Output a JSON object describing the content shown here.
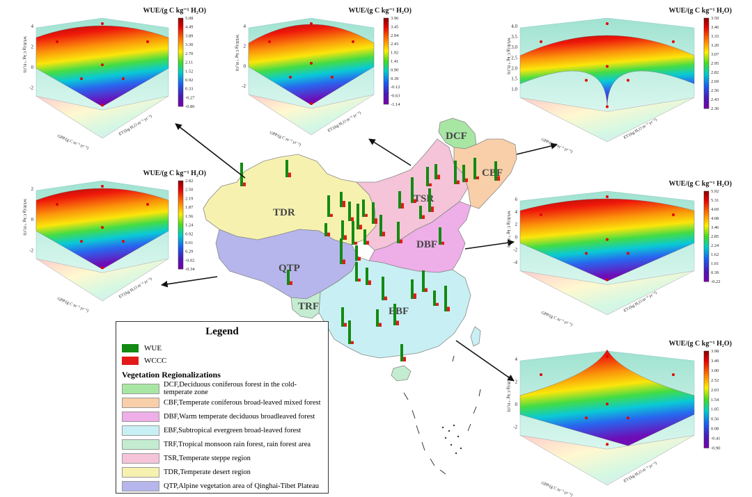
{
  "regions": [
    {
      "code": "DCF",
      "color": "#a8e6a4"
    },
    {
      "code": "CBF",
      "color": "#f8cfa8"
    },
    {
      "code": "TSR",
      "color": "#f5c4d8"
    },
    {
      "code": "DBF",
      "color": "#eeaee8"
    },
    {
      "code": "TDR",
      "color": "#f7f1b0"
    },
    {
      "code": "QTP",
      "color": "#b6b6ec"
    },
    {
      "code": "EBF",
      "color": "#c8f0f4"
    },
    {
      "code": "TRF",
      "color": "#c4ecd0"
    }
  ],
  "legend": {
    "title": "Legend",
    "series": [
      {
        "label": "WUE",
        "color": "#138a13"
      },
      {
        "label": "WCCC",
        "color": "#e31a1a"
      }
    ],
    "veg_title": "Vegetation Regionalizations",
    "veg_items": [
      {
        "label": "DCF,Deciduous coniferous forest in the cold-temperate zone",
        "color": "#a8e6a4"
      },
      {
        "label": "CBF,Temperate coniferous broad-leaved mixed forest",
        "color": "#f8cfa8"
      },
      {
        "label": "DBF,Warm temperate deciduous broadleaved forest",
        "color": "#eeaee8"
      },
      {
        "label": "EBF,Subtropical evergreen broad-leaved forest",
        "color": "#c8f0f4"
      },
      {
        "label": "TRF,Tropical monsoon rain forest, rain forest area",
        "color": "#c4ecd0"
      },
      {
        "label": "TSR,Temperate steppe region",
        "color": "#f5c4d8"
      },
      {
        "label": "TDR,Temperate desert region",
        "color": "#f7f1b0"
      },
      {
        "label": "QTP,Alpine vegetation area of Qinghai-Tibet Plateau",
        "color": "#b6b6ec"
      }
    ]
  },
  "surface_axes": {
    "x": "GPP/(g C m⁻² yr⁻¹)",
    "y": "ET/(kg H₂O m⁻² yr⁻¹)",
    "z": "WUE/(g C kg⁻¹ H₂O)"
  },
  "surfaces": [
    {
      "region": "TDR",
      "title": "WUE/(g C kg⁻¹ H₂O)",
      "shape": "valley",
      "colorbar": [
        "5.08",
        "4.49",
        "3.89",
        "3.30",
        "2.70",
        "2.11",
        "1.52",
        "0.92",
        "0.33",
        "-0.27",
        "-0.86"
      ],
      "zticks": [
        "4",
        "2",
        "0",
        "-2"
      ]
    },
    {
      "region": "TSR",
      "title": "WUE/(g C kg⁻¹ H₂O)",
      "shape": "dome",
      "colorbar": [
        "3.96",
        "3.45",
        "2.94",
        "2.43",
        "1.92",
        "1.41",
        "0.90",
        "0.39",
        "-0.12",
        "-0.63",
        "-1.14"
      ],
      "zticks": [
        "4",
        "2",
        "0",
        "-2"
      ]
    },
    {
      "region": "CBF",
      "title": "WUE/(g C kg⁻¹ H₂O)",
      "shape": "saddle",
      "colorbar": [
        "3.59",
        "3.46",
        "3.33",
        "3.20",
        "3.07",
        "2.95",
        "2.82",
        "2.69",
        "2.56",
        "2.43",
        "2.30"
      ],
      "zticks": [
        "4.0",
        "3.5",
        "3.0",
        "2.5",
        "2.0",
        "1.5",
        "1.0"
      ]
    },
    {
      "region": "QTP",
      "title": "WUE/(g C kg⁻¹ H₂O)",
      "shape": "valley",
      "colorbar": [
        "2.82",
        "2.50",
        "2.19",
        "1.87",
        "1.56",
        "1.24",
        "0.92",
        "0.61",
        "0.29",
        "-0.02",
        "-0.34"
      ],
      "zticks": [
        "2",
        "0",
        "-2"
      ]
    },
    {
      "region": "DBF",
      "title": "WUE/(g C kg⁻¹ H₂O)",
      "shape": "valley",
      "colorbar": [
        "5.92",
        "5.31",
        "4.69",
        "4.08",
        "3.46",
        "2.85",
        "2.24",
        "1.62",
        "1.01",
        "0.39",
        "-0.22"
      ],
      "zticks": [
        "6",
        "4",
        "2",
        "0",
        "-2",
        "-4"
      ]
    },
    {
      "region": "EBF",
      "title": "WUE/(g C kg⁻¹ H₂O)",
      "shape": "peak",
      "colorbar": [
        "3.98",
        "3.49",
        "3.00",
        "2.52",
        "2.03",
        "1.54",
        "1.05",
        "0.56",
        "0.08",
        "-0.41",
        "-0.90"
      ],
      "zticks": [
        "4",
        "2",
        "0",
        "-2"
      ]
    }
  ],
  "station_bars": [
    {
      "wue": 0.8,
      "wccc": 0.2
    },
    {
      "wue": 0.5,
      "wccc": 0.3
    },
    {
      "wue": 0.7,
      "wccc": 0.1
    },
    {
      "wue": 0.4,
      "wccc": 0.5
    },
    {
      "wue": 0.6,
      "wccc": 0.2
    },
    {
      "wue": 0.9,
      "wccc": 0.3
    },
    {
      "wue": 0.5,
      "wccc": 0.1
    },
    {
      "wue": 0.7,
      "wccc": 0.4
    },
    {
      "wue": 0.3,
      "wccc": 0.2
    },
    {
      "wue": 0.6,
      "wccc": 0.3
    },
    {
      "wue": 0.8,
      "wccc": 0.1
    },
    {
      "wue": 0.4,
      "wccc": 0.2
    },
    {
      "wue": 0.7,
      "wccc": 0.3
    },
    {
      "wue": 0.5,
      "wccc": 0.4
    },
    {
      "wue": 0.9,
      "wccc": 0.2
    },
    {
      "wue": 0.6,
      "wccc": 0.1
    },
    {
      "wue": 0.4,
      "wccc": 0.3
    },
    {
      "wue": 0.8,
      "wccc": 0.2
    },
    {
      "wue": 0.5,
      "wccc": 0.2
    },
    {
      "wue": 0.7,
      "wccc": 0.1
    },
    {
      "wue": 0.6,
      "wccc": 0.3
    },
    {
      "wue": 0.3,
      "wccc": 0.2
    },
    {
      "wue": 0.8,
      "wccc": 0.4
    },
    {
      "wue": 0.5,
      "wccc": 0.1
    },
    {
      "wue": 0.7,
      "wccc": 0.2
    },
    {
      "wue": 0.9,
      "wccc": 0.3
    },
    {
      "wue": 0.4,
      "wccc": 0.2
    },
    {
      "wue": 0.6,
      "wccc": 0.1
    },
    {
      "wue": 0.5,
      "wccc": 0.3
    },
    {
      "wue": 0.8,
      "wccc": 0.2
    },
    {
      "wue": 0.6,
      "wccc": 0.4
    },
    {
      "wue": 0.7,
      "wccc": 0.2
    },
    {
      "wue": 0.4,
      "wccc": 0.1
    },
    {
      "wue": 0.9,
      "wccc": 0.3
    },
    {
      "wue": 0.5,
      "wccc": 0.2
    },
    {
      "wue": 0.7,
      "wccc": 0.3
    },
    {
      "wue": 0.6,
      "wccc": 0.2
    },
    {
      "wue": 0.8,
      "wccc": 0.1
    },
    {
      "wue": 0.5,
      "wccc": 0.3
    },
    {
      "wue": 0.4,
      "wccc": 0.2
    }
  ]
}
